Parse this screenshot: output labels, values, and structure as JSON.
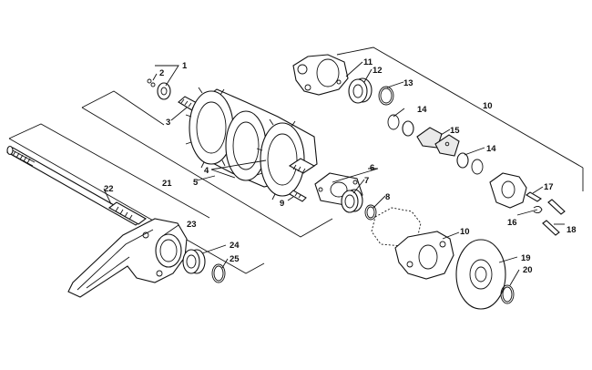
{
  "callouts": [
    "1",
    "2",
    "3",
    "4",
    "5",
    "6",
    "7",
    "8",
    "9",
    "10",
    "10",
    "11",
    "12",
    "13",
    "14",
    "14",
    "15",
    "16",
    "17",
    "18",
    "19",
    "20",
    "21",
    "22",
    "23",
    "24",
    "25"
  ]
}
